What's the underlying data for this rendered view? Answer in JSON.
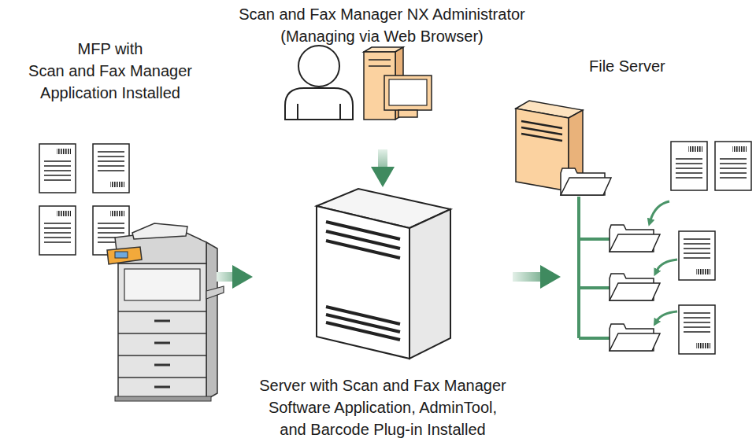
{
  "diagram": {
    "nodes": [
      {
        "text": [
          "Scan and Fax Manager NX Administrator (Managing via Web Browser)"
        ]
      },
      {
        "text": [
          "MFP with Scan and Fax Manager Application Installed"
        ]
      },
      {
        "text": [
          "Server with Scan and Fax Manager Software Application, AdminTool, and Barcode Plug-in Installed"
        ]
      },
      {
        "text": [
          "File Server"
        ]
      }
    ],
    "edges": [
      {
        "from": 1,
        "to": 2,
        "arrow": "to"
      },
      {
        "from": 0,
        "to": 2,
        "arrow": "to"
      },
      {
        "from": 2,
        "to": 3,
        "arrow": "to"
      }
    ]
  }
}
